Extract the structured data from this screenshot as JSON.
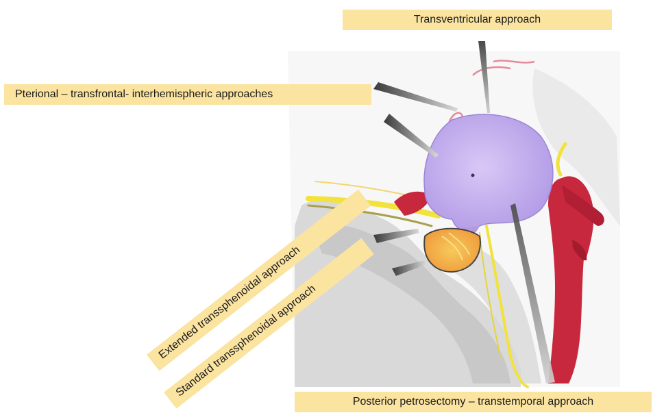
{
  "labels": {
    "transventricular": "Transventricular approach",
    "pterional": "Pterional – transfrontal-  interhemispheric approaches",
    "extended": "Extended transsphenoidal approach",
    "standard": "Standard transsphenoidal approach",
    "petrosectomy": "Posterior petrosectomy – transtemporal approach"
  },
  "colors": {
    "label_background": "#fbe3a0",
    "tumor": "#c9b6ee",
    "artery": "#c8283e",
    "nerve": "#f2e23a",
    "bone_shading": "#b9b9b9",
    "pituitary": "#f0b247",
    "approach_arrow": "#6c6c6c"
  }
}
